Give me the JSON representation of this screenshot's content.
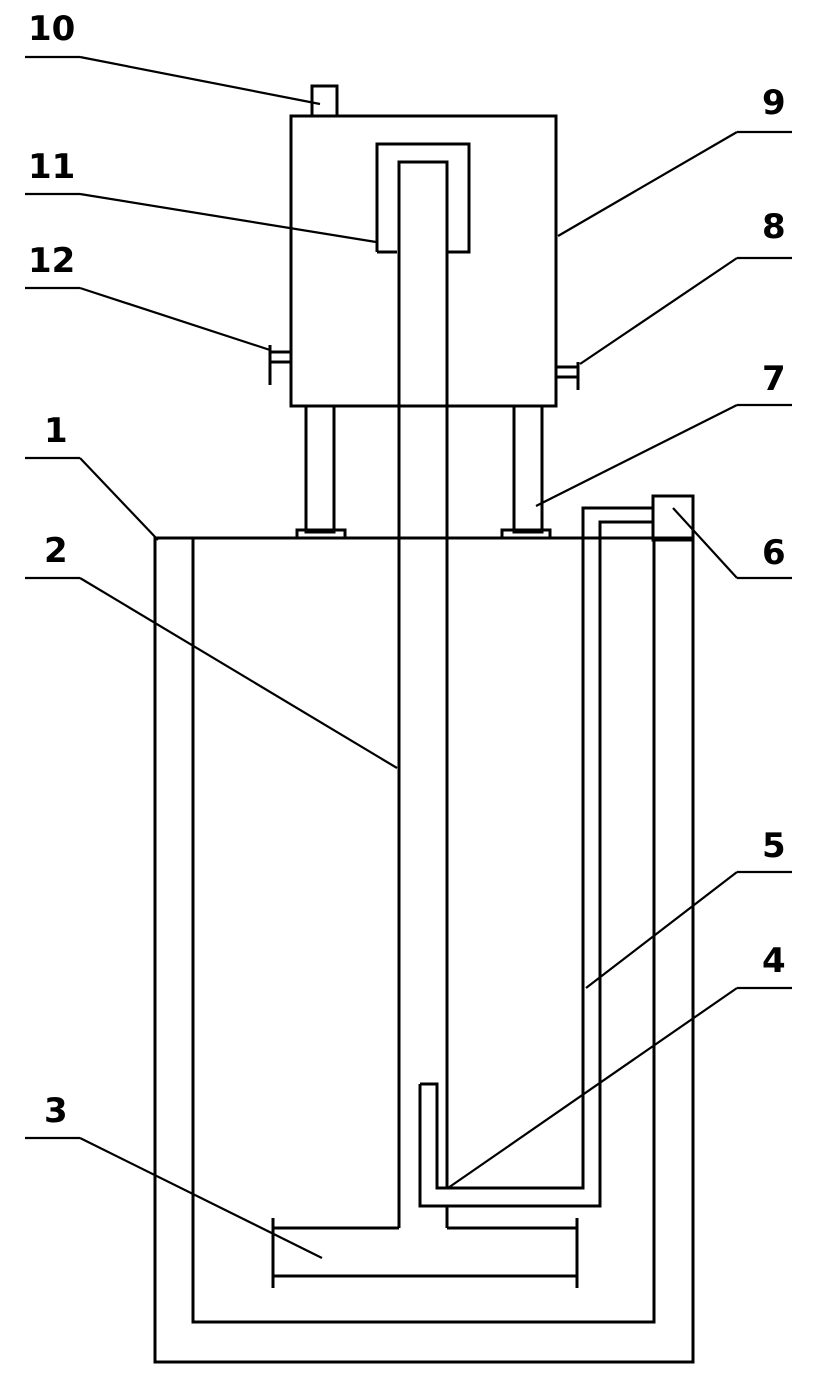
{
  "diagram": {
    "labels": {
      "l1": "1",
      "l2": "2",
      "l3": "3",
      "l4": "4",
      "l5": "5",
      "l6": "6",
      "l7": "7",
      "l8": "8",
      "l9": "9",
      "l10": "10",
      "l11": "11",
      "l12": "12"
    },
    "line_color": "#000000",
    "background": "#ffffff"
  }
}
